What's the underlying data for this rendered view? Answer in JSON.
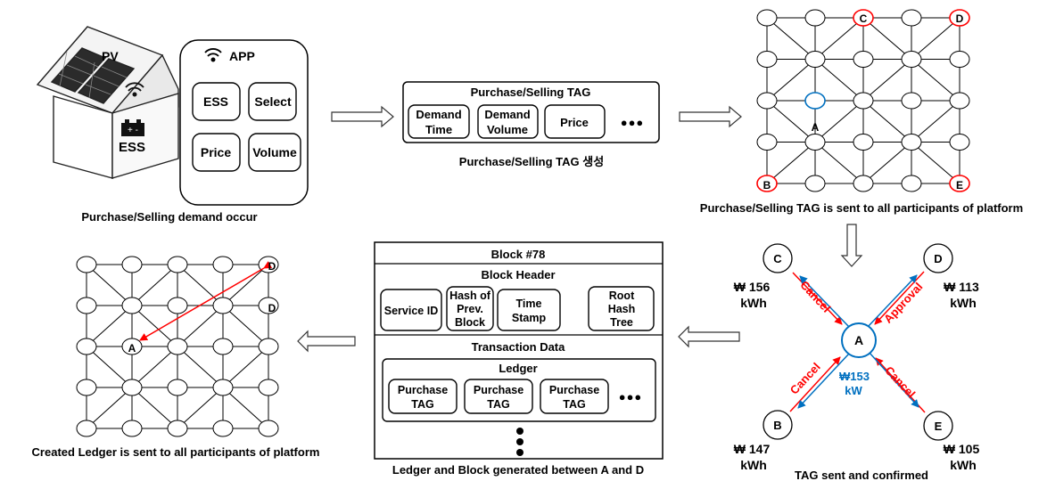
{
  "captions": {
    "demand": "Purchase/Selling demand occur",
    "tag": "Purchase/Selling TAG 생성",
    "sent": "Purchase/Selling TAG is sent to all participants of platform",
    "confirm": "TAG sent and confirmed",
    "block": "Ledger and Block generated between A and D",
    "ledger": "Created  Ledger is sent to all participants of platform"
  },
  "house": {
    "pv": "PV",
    "ess": "ESS"
  },
  "app": {
    "title": "APP",
    "buttons": [
      "ESS",
      "Select",
      "Price",
      "Volume"
    ]
  },
  "tag_panel": {
    "title": "Purchase/Selling TAG",
    "items": [
      [
        "Demand",
        "Time"
      ],
      [
        "Demand",
        "Volume"
      ],
      [
        "Price"
      ]
    ],
    "more": "●●●"
  },
  "network_top": {
    "node_labels": {
      "A": "A",
      "B": "B",
      "C": "C",
      "D": "D",
      "E": "E"
    }
  },
  "network_bottom": {
    "node_labels": {
      "A": "A",
      "D1": "D",
      "D2": "D"
    }
  },
  "block": {
    "title": "Block #78",
    "header_title": "Block Header",
    "header_fields": [
      [
        "Service ID"
      ],
      [
        "Hash of",
        "Prev.",
        "Block"
      ],
      [
        "Time",
        "Stamp"
      ],
      [
        "Root",
        "Hash",
        "Tree"
      ]
    ],
    "tx_title": "Transaction Data",
    "ledger_title": "Ledger",
    "ledger_items": [
      [
        "Purchase",
        "TAG"
      ],
      [
        "Purchase",
        "TAG"
      ],
      [
        "Purchase",
        "TAG"
      ]
    ],
    "more": "●●●"
  },
  "confirm_net": {
    "center": {
      "label": "A",
      "price": "₩153",
      "unit": "kW"
    },
    "nodes": {
      "C": {
        "label": "C",
        "price": "₩ 156",
        "unit": "kWh"
      },
      "D": {
        "label": "D",
        "price": "₩ 113",
        "unit": "kWh"
      },
      "B": {
        "label": "B",
        "price": "₩ 147",
        "unit": "kWh"
      },
      "E": {
        "label": "E",
        "price": "₩ 105",
        "unit": "kWh"
      }
    },
    "arrow_labels": {
      "C": "Cancel",
      "D": "Approval",
      "B": "Cancel",
      "E": "Cancel"
    }
  },
  "colors": {
    "red": "#ff0000",
    "blue": "#0070c0",
    "line": "#000000"
  }
}
